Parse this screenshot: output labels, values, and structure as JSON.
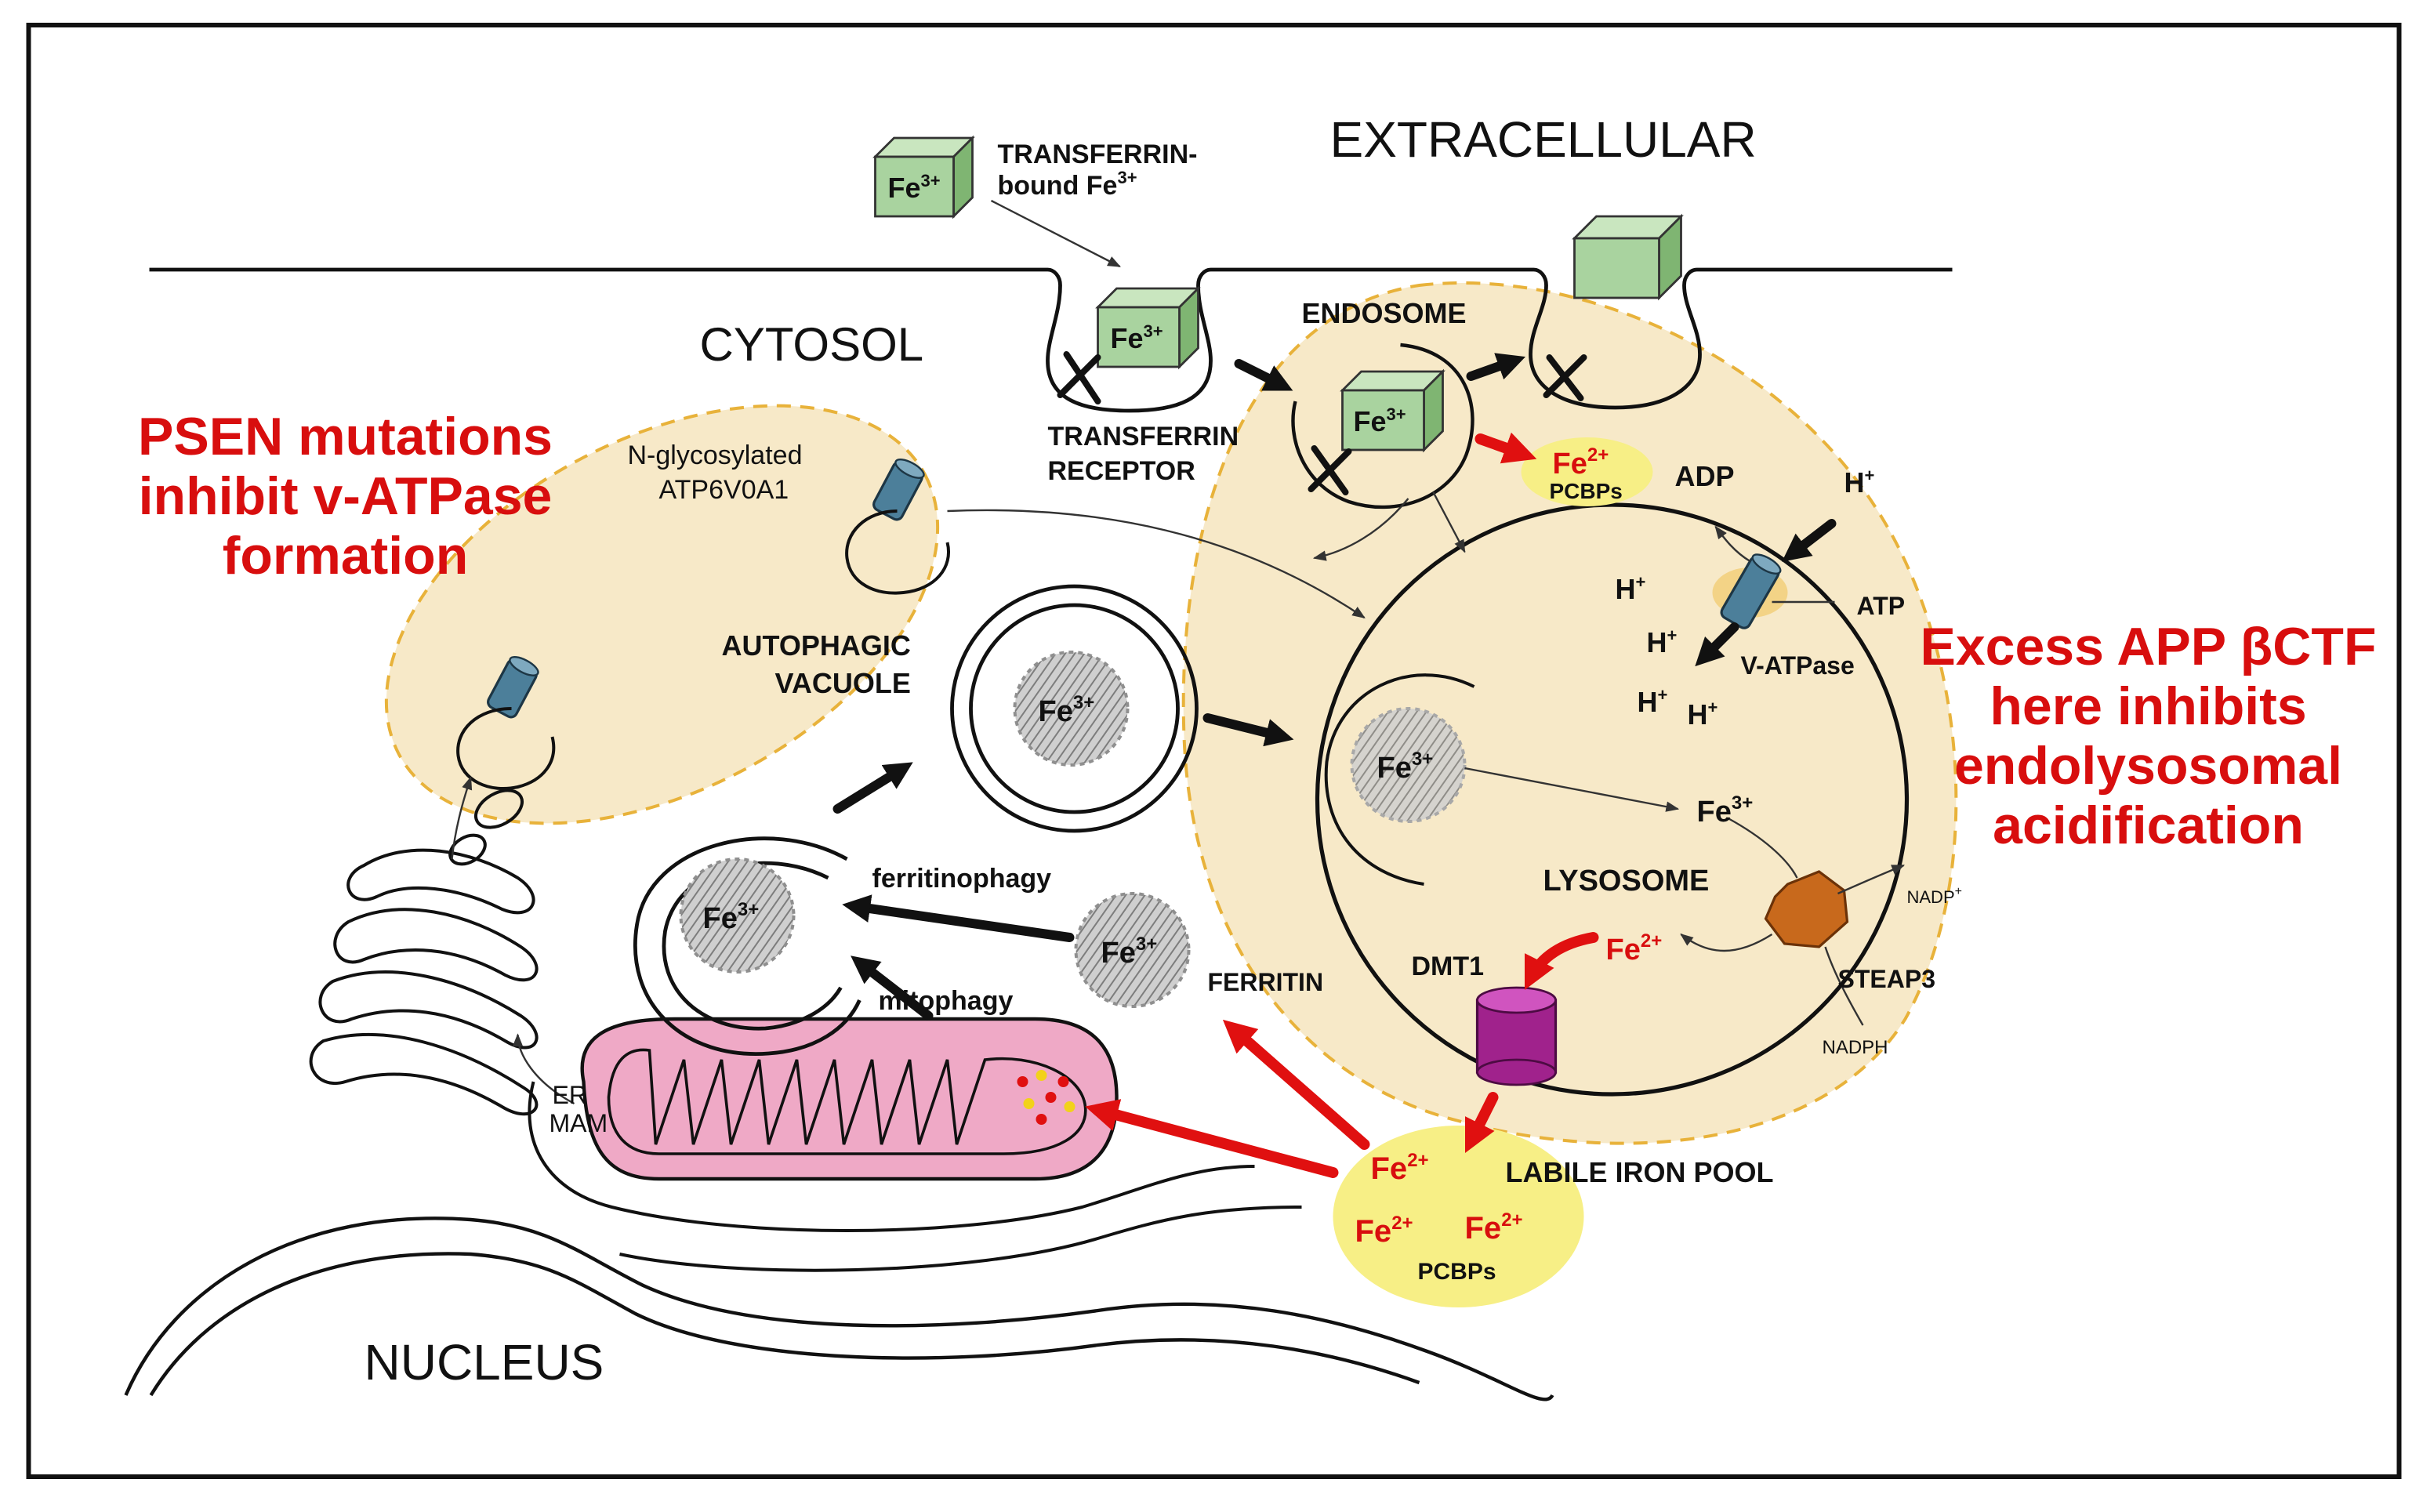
{
  "colors": {
    "border": "#111111",
    "zone_fill": "#f7e9c8",
    "zone_stroke": "#e8b23a",
    "cube_front": "#a9d39f",
    "cube_side": "#7fb572",
    "red": "#d80e0e",
    "pool_fill": "#f7ef86",
    "mito_fill": "#efa9c6",
    "channel_blue": "#4c7f9a",
    "dmt1_purple": "#a0228c",
    "steap3_orange": "#c8691c",
    "ferritin_gray": "#9a9a9a"
  },
  "labels": {
    "extracellular": "EXTRACELLULAR",
    "cytosol": "CYTOSOL",
    "nucleus": "NUCLEUS",
    "endosome": "ENDOSOME",
    "lysosome": "LYSOSOME",
    "autophagic_line1": "AUTOPHAGIC",
    "autophagic_line2": "VACUOLE",
    "transferrin_line1": "TRANSFERRIN-",
    "transferrin_line2": "bound Fe",
    "transferrin_sup": "3+",
    "receptor_line1": "TRANSFERRIN",
    "receptor_line2": "RECEPTOR",
    "nglyco_line1": "N-glycosylated",
    "nglyco_line2": "ATP6V0A1",
    "ferritinophagy": "ferritinophagy",
    "mitophagy": "mitophagy",
    "ferritin": "FERRITIN",
    "er": "ER",
    "mam": "MAM",
    "dmt1": "DMT1",
    "steap3": "STEAP3",
    "nadp": "NADP",
    "nadp_sup": "+",
    "nadph": "NADPH",
    "adp": "ADP",
    "atp": "ATP",
    "vatpase": "V-ATPase",
    "h": "H",
    "h_sup": "+",
    "labile_pool": "LABILE IRON POOL",
    "pcbps": "PCBPs",
    "fe": "Fe",
    "fe3": "3+",
    "fe2": "2+"
  },
  "annotations": {
    "psen_line1": "PSEN mutations",
    "psen_line2": "inhibit v-ATPase",
    "psen_line3": "formation",
    "app_line1": "Excess APP βCTF",
    "app_line2": "here inhibits",
    "app_line3": "endolysosomal",
    "app_line4": "acidification"
  }
}
